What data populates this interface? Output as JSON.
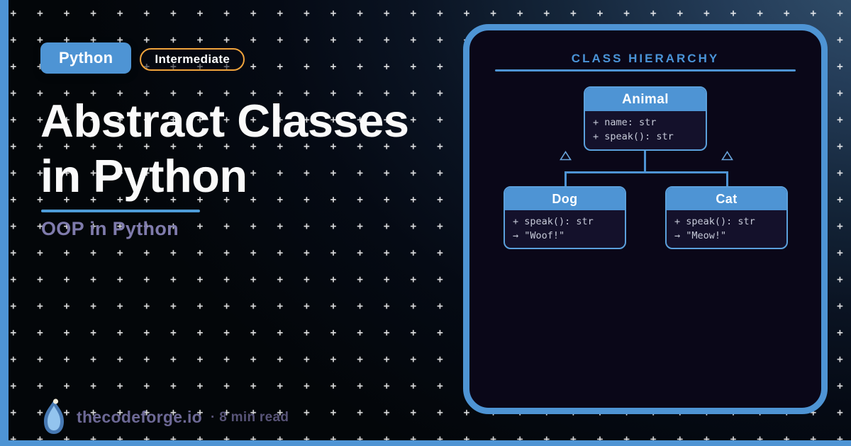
{
  "badges": {
    "language": "Python",
    "level": "Intermediate"
  },
  "title": {
    "line1": "Abstract Classes",
    "line2": "in Python"
  },
  "subtitle": "OOP in Python",
  "panel": {
    "heading": "CLASS HIERARCHY",
    "classes": [
      {
        "name": "Animal",
        "members": [
          "+ name: str",
          "+ speak(): str"
        ]
      },
      {
        "name": "Dog",
        "members": [
          "+ speak(): str",
          "→ \"Woof!\""
        ]
      },
      {
        "name": "Cat",
        "members": [
          "+ speak(): str",
          "→ \"Meow!\""
        ]
      }
    ]
  },
  "footer": {
    "site": "thecodeforge.io",
    "read_time": "· 8 min read",
    "logo_icon": "droplet-logo"
  },
  "colors": {
    "accent_blue": "#4e94d4",
    "badge_border_orange": "#f0a43c",
    "subtitle_purple": "#7f7bac",
    "footer_text_purple": "#6d6996",
    "panel_bg": "#0a0718",
    "class_body_bg": "#14112b",
    "code_text": "#c6cad8",
    "title_white": "#fafafa"
  }
}
